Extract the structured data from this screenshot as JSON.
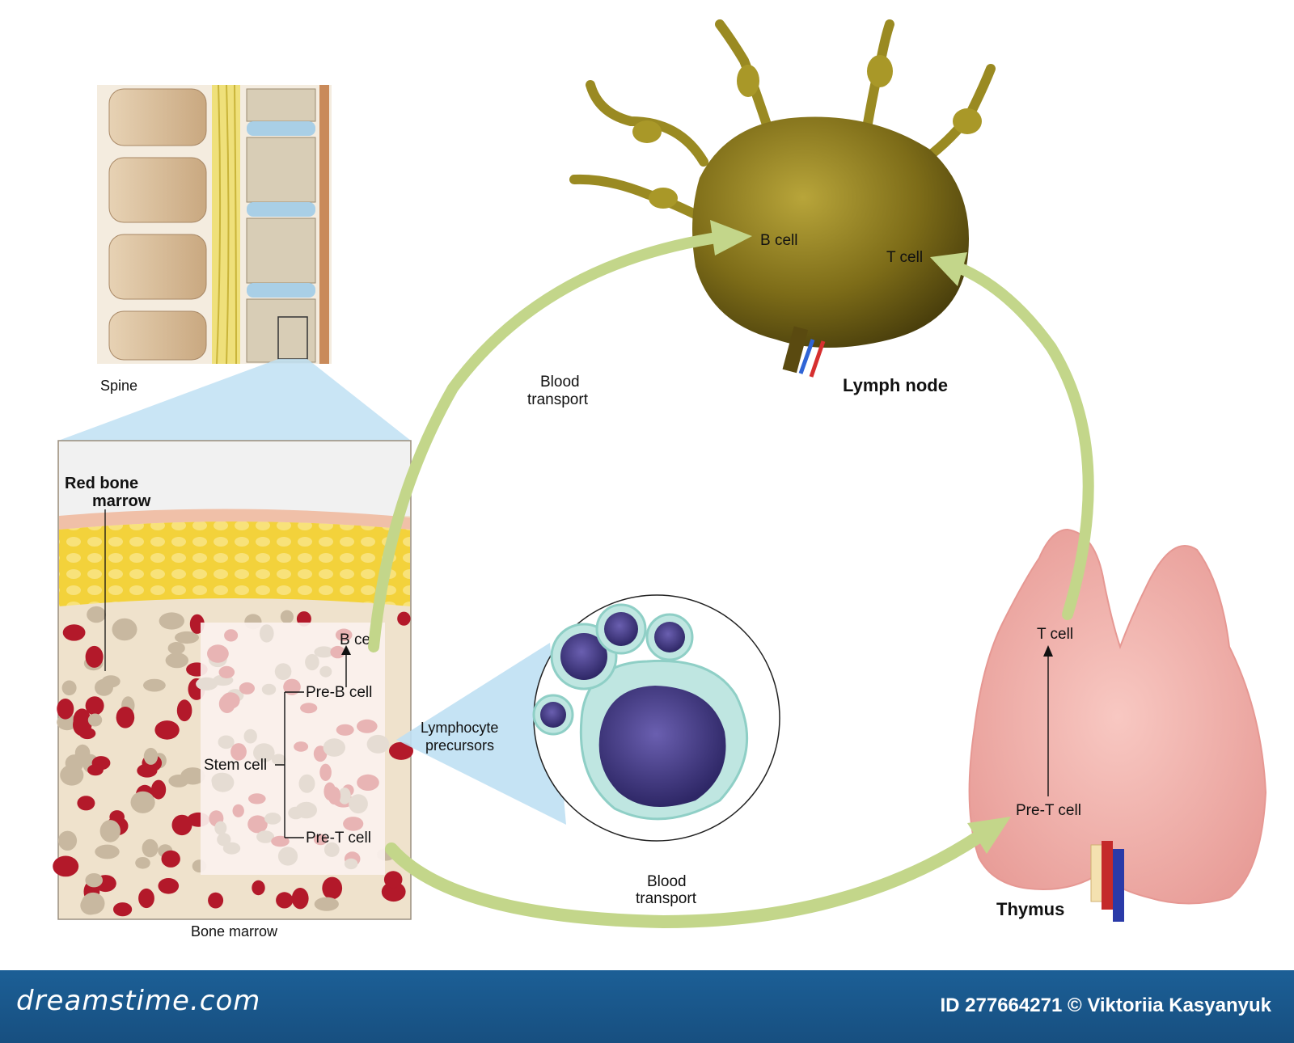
{
  "labels": {
    "spine": "Spine",
    "red_bone_marrow_line1": "Red bone",
    "red_bone_marrow_line2": "marrow",
    "bone_marrow": "Bone marrow",
    "b_cell_marrow": "B cell",
    "pre_b_cell": "Pre-B cell",
    "stem_cell": "Stem cell",
    "pre_t_cell_marrow": "Pre-T cell",
    "lymphocyte_precursors_line1": "Lymphocyte",
    "lymphocyte_precursors_line2": "precursors",
    "blood_transport_top_line1": "Blood",
    "blood_transport_top_line2": "transport",
    "blood_transport_bottom_line1": "Blood",
    "blood_transport_bottom_line2": "transport",
    "lymph_node": "Lymph node",
    "b_cell_node": "B cell",
    "t_cell_node": "T cell",
    "thymus": "Thymus",
    "t_cell_thymus": "T cell",
    "pre_t_cell_thymus": "Pre-T cell"
  },
  "footer": {
    "brand": "dreamstime.com",
    "credit": "ID 277664271 © Viktoriia  Kasyanyuk"
  },
  "colors": {
    "arrow": "#c3d68a",
    "footer_bg": "#1c5f96",
    "marrow_red": "#b3192a",
    "lymph_node": "#8a7a1e",
    "thymus": "#f3b5b0",
    "precursor_nucleus": "#463c8c",
    "zoom_wedge": "#bfe0f3"
  }
}
